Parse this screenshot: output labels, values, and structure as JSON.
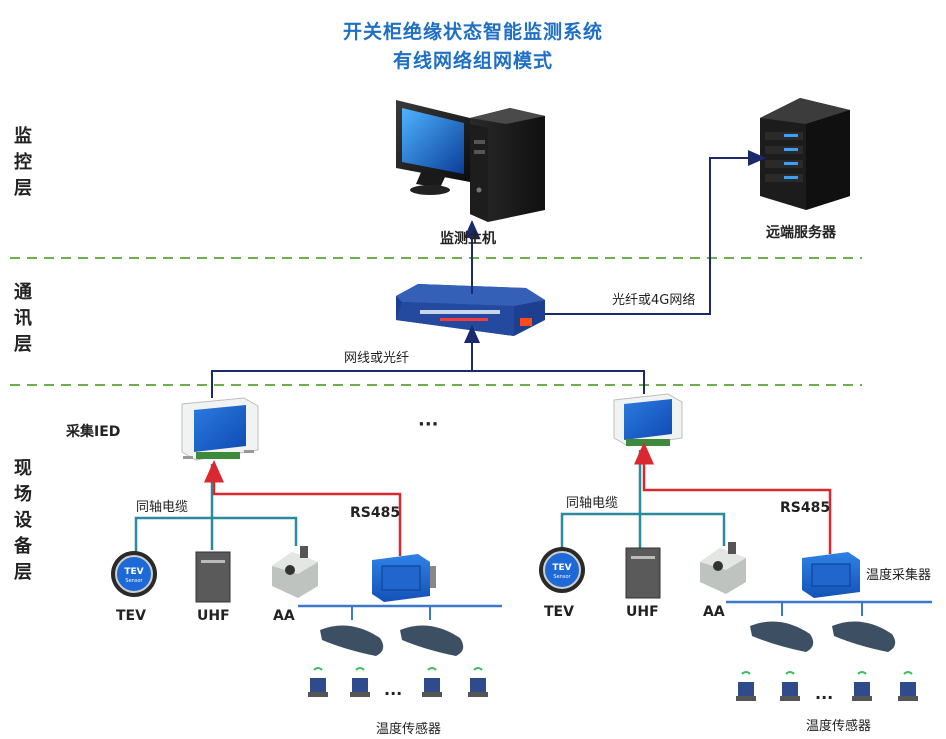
{
  "title": {
    "line1": "开关柜绝缘状态智能监测系统",
    "line2": "有线网络组网模式"
  },
  "layers": {
    "monitor": "监控层",
    "comm": "通讯层",
    "field": "现场设备层"
  },
  "labels": {
    "host": "监测主机",
    "remote_server": "远端服务器",
    "fiber_4g": "光纤或4G网络",
    "net_or_fiber": "网线或光纤",
    "ied": "采集IED",
    "ellipsis": "···",
    "coax_left": "同轴电缆",
    "coax_right": "同轴电缆",
    "rs485_left": "RS485",
    "rs485_right": "RS485",
    "tev_left": "TEV",
    "uhf_left": "UHF",
    "aa_left": "AA",
    "tev_right": "TEV",
    "uhf_right": "UHF",
    "aa_right": "AA",
    "temp_collector": "温度采集器",
    "temp_sensor_left": "温度传感器",
    "temp_sensor_right": "温度传感器",
    "dots_left": "···",
    "dots_right": "···",
    "tev_badge": "TEV",
    "tev_badge_sub": "Sensor"
  },
  "colors": {
    "title": "#1f6fc4",
    "dashed": "#6ab04c",
    "navy_line": "#1b2a6b",
    "teal_line": "#2a8b9c",
    "red_line": "#d9282f",
    "blue_bus": "#3c78c8"
  }
}
